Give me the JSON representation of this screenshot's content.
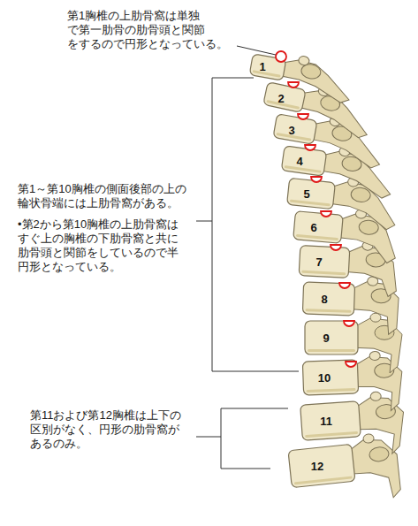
{
  "diagram": {
    "labels": [
      "第1胸椎の上肋骨窩は単独 で第一肋骨の肋骨頭と関節 をするので円形となっている。",
      "第1～第10胸椎の側面後部の上の 輪状骨端には上肋骨窩がある。",
      "•第2から第10胸椎の上肋骨窩は すぐ上の胸椎の下肋骨窩と共に 肋骨頭と関節をしているので半 円形となっている。",
      "第11および第12胸椎は上下の 区別がなく、円形の肋骨窩が あるのみ。",
      "1",
      "2",
      "3",
      "4",
      "5",
      "6",
      "7",
      "8",
      "9",
      "10",
      "11",
      "12"
    ]
  }
}
